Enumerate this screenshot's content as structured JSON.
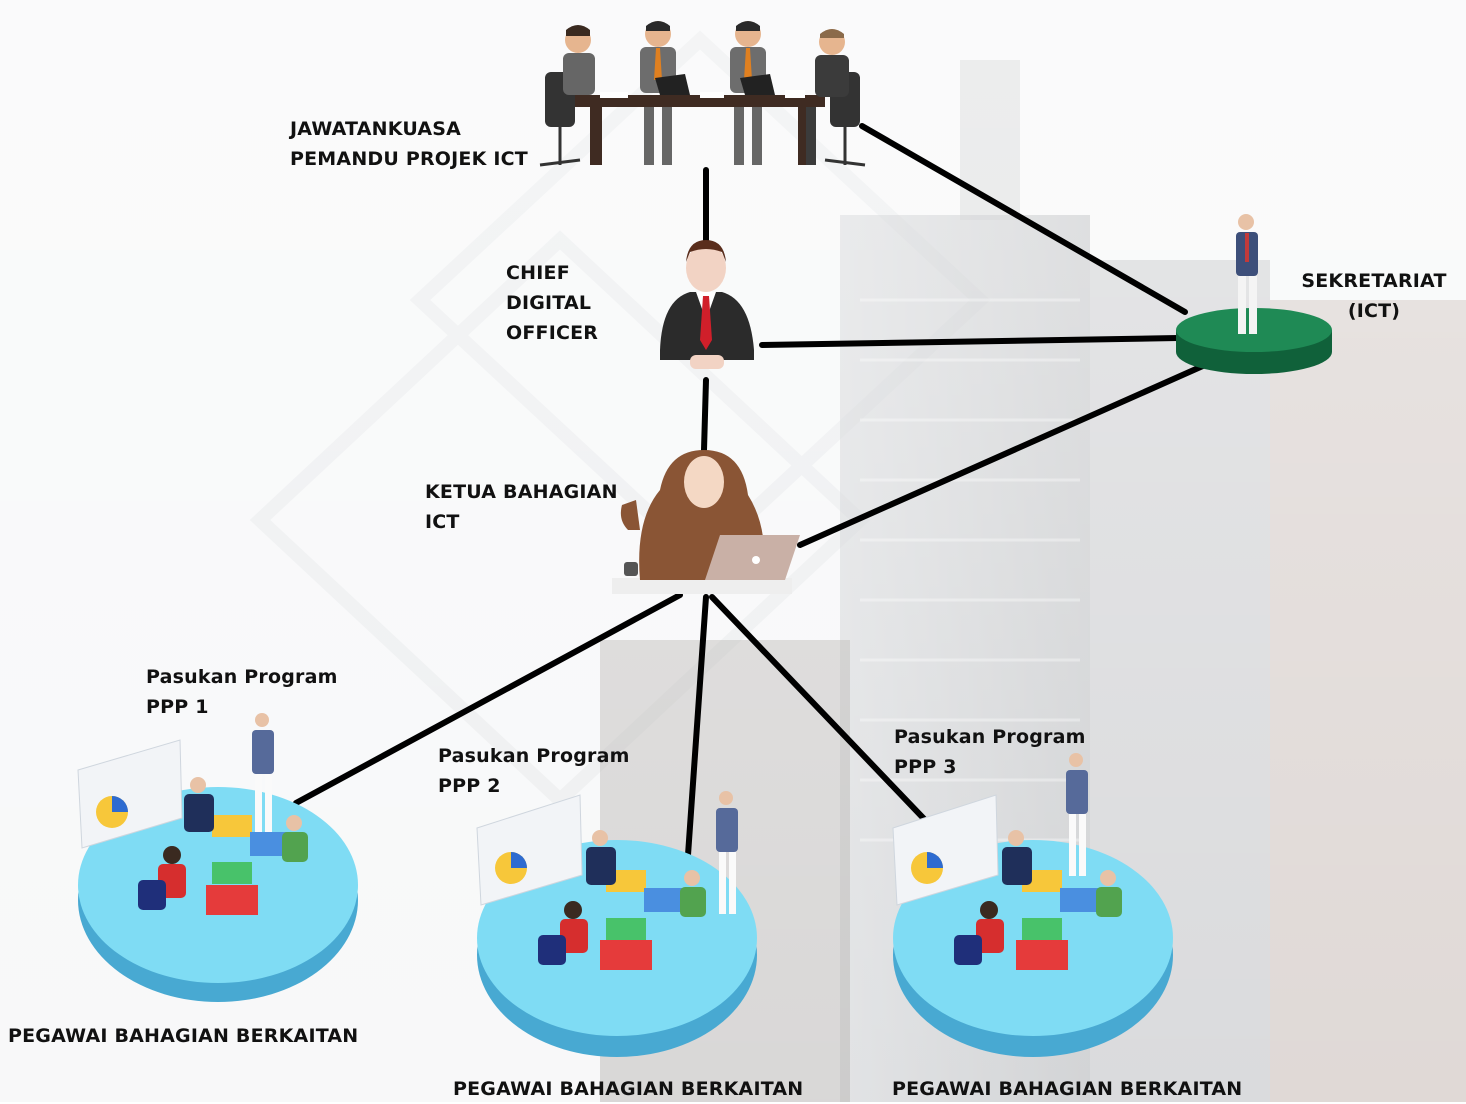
{
  "nodes": {
    "committee": {
      "lines": [
        "JAWATANKUASA",
        "PEMANDU PROJEK ICT"
      ]
    },
    "cdo": {
      "lines": [
        "CHIEF",
        "DIGITAL",
        "OFFICER"
      ]
    },
    "secretariat": {
      "lines": [
        "SEKRETARIAT",
        "(ICT)"
      ]
    },
    "head": {
      "lines": [
        "KETUA BAHAGIAN",
        "ICT"
      ]
    },
    "teams": [
      {
        "title_lines": [
          "Pasukan Program",
          "PPP 1"
        ],
        "footer": "PEGAWAI BAHAGIAN BERKAITAN"
      },
      {
        "title_lines": [
          "Pasukan Program",
          "PPP 2"
        ],
        "footer": "PEGAWAI BAHAGIAN BERKAITAN"
      },
      {
        "title_lines": [
          "Pasukan Program",
          "PPP 3"
        ],
        "footer": "PEGAWAI BAHAGIAN BERKAITAN"
      }
    ]
  },
  "colors": {
    "connector": "#000000",
    "platform_team": "#5fd0ef",
    "platform_secretariat": "#1f8a55",
    "hijab": "#8a5535",
    "suit_dark": "#2b2b2b",
    "suit_grey": "#6b6b6b"
  },
  "icons": [
    "meeting-table-icon",
    "executive-icon",
    "secretariat-person-icon",
    "woman-laptop-icon",
    "team-platform-icon"
  ]
}
